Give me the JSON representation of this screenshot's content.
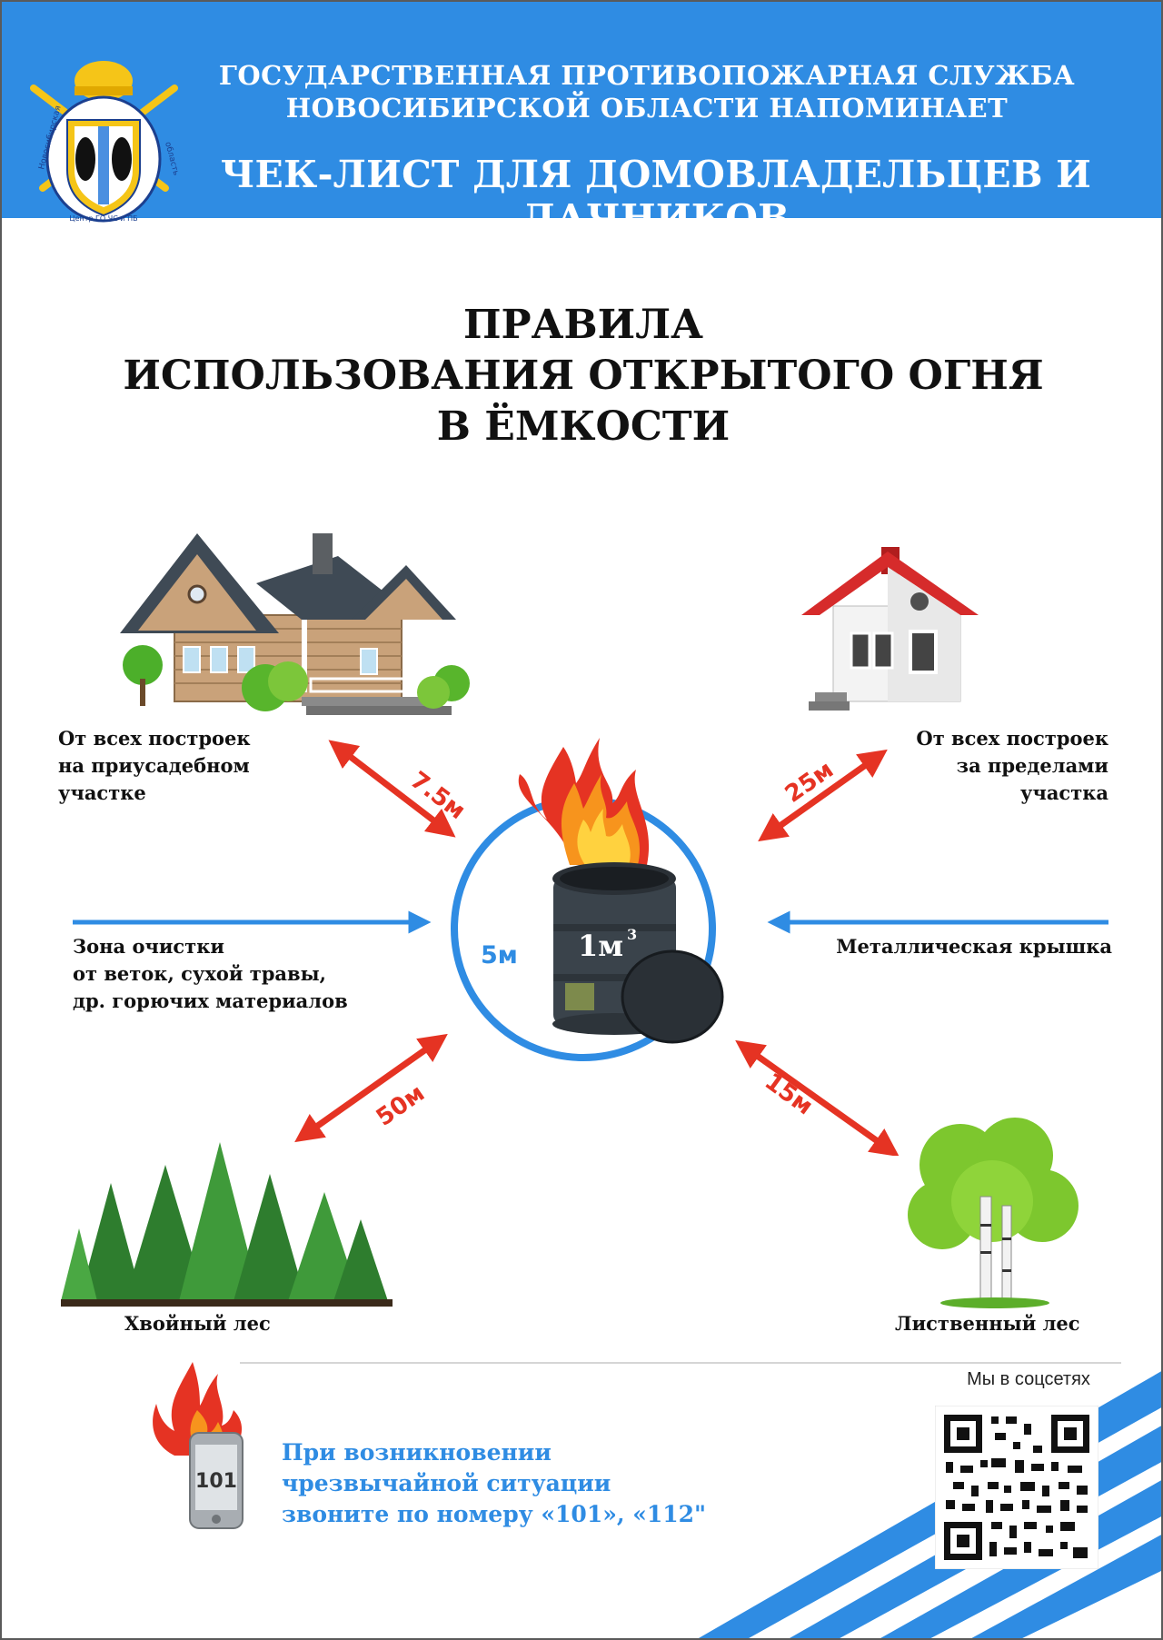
{
  "header": {
    "line1": "ГОСУДАРСТВЕННАЯ ПРОТИВОПОЖАРНАЯ СЛУЖБА",
    "line2": "НОВОСИБИРСКОЙ ОБЛАСТИ НАПОМИНАЕТ",
    "title": "ЧЕК-ЛИСТ ДЛЯ ДОМОВЛАДЕЛЬЦЕВ И ДАЧНИКОВ",
    "emblem_text_left": "Новосибирская",
    "emblem_text_right": "область",
    "emblem_text_bottom": "Центр ГО,ЧС и ПБ"
  },
  "title": {
    "line1": "ПРАВИЛА",
    "line2": "ИСПОЛЬЗОВАНИЯ ОТКРЫТОГО ОГНЯ",
    "line3": "В ЁМКОСТИ"
  },
  "labels": {
    "topleft": [
      "От всех построек",
      "на приусадебном",
      "участке"
    ],
    "topright": [
      "От всех построек",
      "за пределами",
      "участка"
    ],
    "midleft": [
      "Зона очистки",
      "от веток, сухой травы,",
      "др. горючих материалов"
    ],
    "midright": "Металлическая крышка",
    "bottomleft": "Хвойный лес",
    "bottomright": "Лиственный лес"
  },
  "distances": {
    "topleft": "7.5м",
    "topright": "25м",
    "bottomleft": "50м",
    "bottomright": "15м",
    "radius": "5м"
  },
  "barrel": {
    "label": "1м",
    "superscript": "3"
  },
  "footer": {
    "phone_label": "101",
    "line1": "При возникновении",
    "line2": "чрезвычайной ситуации",
    "line3": "звоните по номеру «101», «112\"",
    "social": "Мы в соцсетях"
  },
  "colors": {
    "brand_blue": "#2f8ce3",
    "arrow_red": "#e53323",
    "text_dark": "#111111"
  },
  "icons": [
    "emblem-icon",
    "wooden-house-icon",
    "white-house-icon",
    "barrel-fire-icon",
    "conifer-forest-icon",
    "birch-tree-icon",
    "phone-fire-icon",
    "qr-code-icon"
  ]
}
